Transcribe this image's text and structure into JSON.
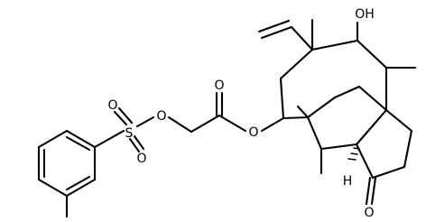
{
  "molecule": {
    "atom_labels": {
      "sulfur": "S",
      "sulfonyl_oxygen_top": "O",
      "sulfonyl_oxygen_bottom": "O",
      "ester_link_oxygen": "O",
      "carbonyl_oxygen_ester": "O",
      "ester_oxygen_ring": "O",
      "hydroxyl": "OH",
      "ketone_oxygen": "O",
      "ring_fusion_hydrogen": "H"
    },
    "colors": {
      "bond": "#000000",
      "background": "#ffffff"
    }
  }
}
